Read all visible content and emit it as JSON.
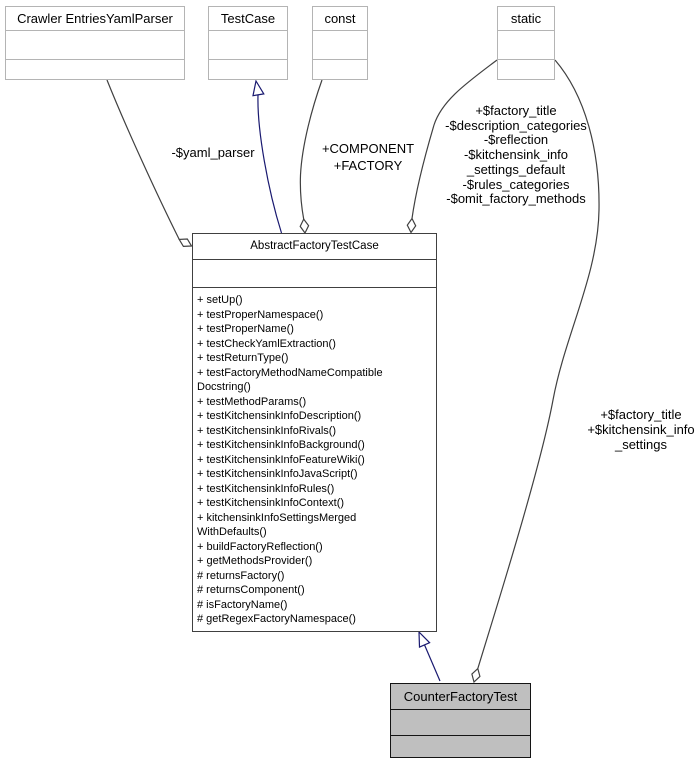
{
  "nodes": {
    "crawler": {
      "title": "Crawler EntriesYamlParser"
    },
    "testcase": {
      "title": "TestCase"
    },
    "const_node": {
      "title": "const"
    },
    "static_node": {
      "title": "static"
    },
    "abstract": {
      "title": "AbstractFactoryTestCase",
      "method_lines": [
        "+ setUp()",
        "+ testProperNamespace()",
        "+ testProperName()",
        "+ testCheckYamlExtraction()",
        "+ testReturnType()",
        "+ testFactoryMethodNameCompatible",
        "Docstring()",
        "+ testMethodParams()",
        "+ testKitchensinkInfoDescription()",
        "+ testKitchensinkInfoRivals()",
        "+ testKitchensinkInfoBackground()",
        "+ testKitchensinkInfoFeatureWiki()",
        "+ testKitchensinkInfoJavaScript()",
        "+ testKitchensinkInfoRules()",
        "+ testKitchensinkInfoContext()",
        "+ kitchensinkInfoSettingsMerged",
        "WithDefaults()",
        "+ buildFactoryReflection()",
        "+ getMethodsProvider()",
        "# returnsFactory()",
        "# returnsComponent()",
        "# isFactoryName()",
        "# getRegexFactoryNamespace()"
      ]
    },
    "counter": {
      "title": "CounterFactoryTest"
    }
  },
  "edge_labels": {
    "yaml_parser": "-$yaml_parser",
    "component_factory": [
      "+COMPONENT",
      "+FACTORY"
    ],
    "static_abstract": [
      "+$factory_title",
      "-$description_categories",
      "-$reflection",
      "-$kitchensink_info",
      "_settings_default",
      "-$rules_categories",
      "-$omit_factory_methods"
    ],
    "static_counter": [
      "+$factory_title",
      "+$kitchensink_info",
      "_settings"
    ]
  },
  "colors": {
    "background": "#ffffff",
    "inheritance_edge": "#191970",
    "aggregation_edge": "#404040",
    "undocumented_border": "#b4b4b4",
    "documented_border": "#404040",
    "current_node_fill": "#bfbfbf",
    "text": "#000000"
  }
}
